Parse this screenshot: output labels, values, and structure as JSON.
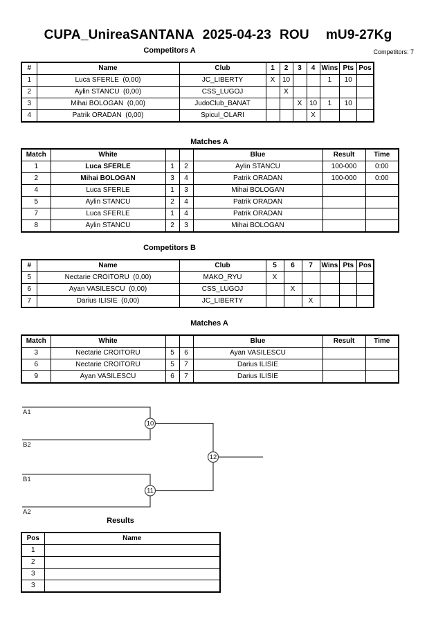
{
  "header": {
    "title_parts": [
      "CUPA_UnireaSANTANA",
      "2025-04-23",
      "ROU",
      "mU9-27Kg"
    ],
    "competitors_count": "Competitors: 7"
  },
  "compA": {
    "title": "Competitors A",
    "headers": {
      "num": "#",
      "name": "Name",
      "club": "Club",
      "c1": "1",
      "c2": "2",
      "c3": "3",
      "c4": "4",
      "wins": "Wins",
      "pts": "Pts",
      "pos": "Pos"
    },
    "rows": [
      {
        "num": "1",
        "name": "Luca SFERLE  (0,00)",
        "club": "JC_LIBERTY",
        "c": [
          "X",
          "10",
          "",
          ""
        ],
        "wins": "1",
        "pts": "10",
        "pos": ""
      },
      {
        "num": "2",
        "name": "Aylin STANCU  (0,00)",
        "club": "CSS_LUGOJ",
        "c": [
          "",
          "X",
          "",
          ""
        ],
        "wins": "",
        "pts": "",
        "pos": ""
      },
      {
        "num": "3",
        "name": "Mihai BOLOGAN  (0,00)",
        "club": "JudoClub_BANAT",
        "c": [
          "",
          "",
          "X",
          "10"
        ],
        "wins": "1",
        "pts": "10",
        "pos": ""
      },
      {
        "num": "4",
        "name": "Patrik ORADAN  (0,00)",
        "club": "Spicul_OLARI",
        "c": [
          "",
          "",
          "",
          "X"
        ],
        "wins": "",
        "pts": "",
        "pos": ""
      }
    ]
  },
  "matchesA": {
    "title": "Matches A",
    "headers": {
      "match": "Match",
      "white": "White",
      "blue": "Blue",
      "result": "Result",
      "time": "Time"
    },
    "rows": [
      {
        "match": "1",
        "white": "Luca SFERLE",
        "wn": "1",
        "bn": "2",
        "blue": "Aylin STANCU",
        "result": "100-000",
        "time": "0:00"
      },
      {
        "match": "2",
        "white": "Mihai BOLOGAN",
        "wn": "3",
        "bn": "4",
        "blue": "Patrik ORADAN",
        "result": "100-000",
        "time": "0:00"
      },
      {
        "match": "4",
        "white": "Luca SFERLE",
        "wn": "1",
        "bn": "3",
        "blue": "Mihai BOLOGAN",
        "result": "",
        "time": ""
      },
      {
        "match": "5",
        "white": "Aylin STANCU",
        "wn": "2",
        "bn": "4",
        "blue": "Patrik ORADAN",
        "result": "",
        "time": ""
      },
      {
        "match": "7",
        "white": "Luca SFERLE",
        "wn": "1",
        "bn": "4",
        "blue": "Patrik ORADAN",
        "result": "",
        "time": ""
      },
      {
        "match": "8",
        "white": "Aylin STANCU",
        "wn": "2",
        "bn": "3",
        "blue": "Mihai BOLOGAN",
        "result": "",
        "time": ""
      }
    ]
  },
  "compB": {
    "title": "Competitors B",
    "headers": {
      "num": "#",
      "name": "Name",
      "club": "Club",
      "c1": "5",
      "c2": "6",
      "c3": "7",
      "wins": "Wins",
      "pts": "Pts",
      "pos": "Pos"
    },
    "rows": [
      {
        "num": "5",
        "name": "Nectarie CROITORU  (0,00)",
        "club": "MAKO_RYU",
        "c": [
          "X",
          "",
          ""
        ],
        "wins": "",
        "pts": "",
        "pos": ""
      },
      {
        "num": "6",
        "name": "Ayan VASILESCU  (0,00)",
        "club": "CSS_LUGOJ",
        "c": [
          "",
          "X",
          ""
        ],
        "wins": "",
        "pts": "",
        "pos": ""
      },
      {
        "num": "7",
        "name": "Darius ILISIE  (0,00)",
        "club": "JC_LIBERTY",
        "c": [
          "",
          "",
          "X"
        ],
        "wins": "",
        "pts": "",
        "pos": ""
      }
    ]
  },
  "matchesB": {
    "title": "Matches A",
    "headers": {
      "match": "Match",
      "white": "White",
      "blue": "Blue",
      "result": "Result",
      "time": "Time"
    },
    "rows": [
      {
        "match": "3",
        "white": "Nectarie CROITORU",
        "wn": "5",
        "bn": "6",
        "blue": "Ayan VASILESCU",
        "result": "",
        "time": ""
      },
      {
        "match": "6",
        "white": "Nectarie CROITORU",
        "wn": "5",
        "bn": "7",
        "blue": "Darius ILISIE",
        "result": "",
        "time": ""
      },
      {
        "match": "9",
        "white": "Ayan VASILESCU",
        "wn": "6",
        "bn": "7",
        "blue": "Darius ILISIE",
        "result": "",
        "time": ""
      }
    ]
  },
  "bracket": {
    "slot_labels": {
      "top1": "A1",
      "top2": "B2",
      "bot1": "B1",
      "bot2": "A2"
    },
    "nodes": {
      "semi1": "10",
      "semi2": "11",
      "final": "12"
    }
  },
  "results": {
    "title": "Results",
    "headers": {
      "pos": "Pos",
      "name": "Name"
    },
    "rows": [
      {
        "pos": "1",
        "name": ""
      },
      {
        "pos": "2",
        "name": ""
      },
      {
        "pos": "3",
        "name": ""
      },
      {
        "pos": "3",
        "name": ""
      }
    ]
  }
}
